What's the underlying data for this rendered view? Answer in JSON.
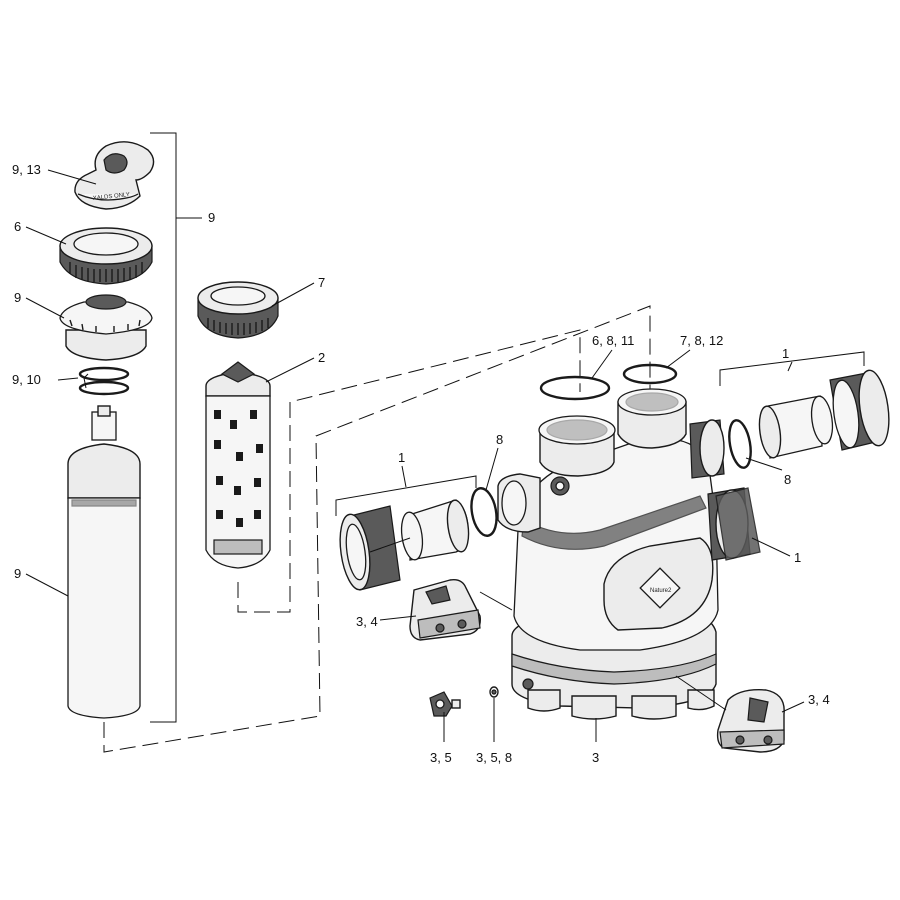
{
  "callouts": {
    "c_9_13": "9, 13",
    "c_6": "6",
    "c_9_ring": "9",
    "c_9_10": "9, 10",
    "c_9_canister": "9",
    "c_9_bracket": "9",
    "c_7": "7",
    "c_2": "2",
    "c_6_8_11": "6, 8, 11",
    "c_7_8_12": "7, 8, 12",
    "c_1_top_right": "1",
    "c_8_left": "8",
    "c_1_left": "1",
    "c_8_right": "8",
    "c_1_right": "1",
    "c_3_4_left": "3, 4",
    "c_3_4_right": "3, 4",
    "c_3_5": "3, 5",
    "c_3_5_8": "3, 5, 8",
    "c_3": "3"
  },
  "product_marks": {
    "cap_text": "XALDS ONLY",
    "body_logo": "Nature2"
  }
}
